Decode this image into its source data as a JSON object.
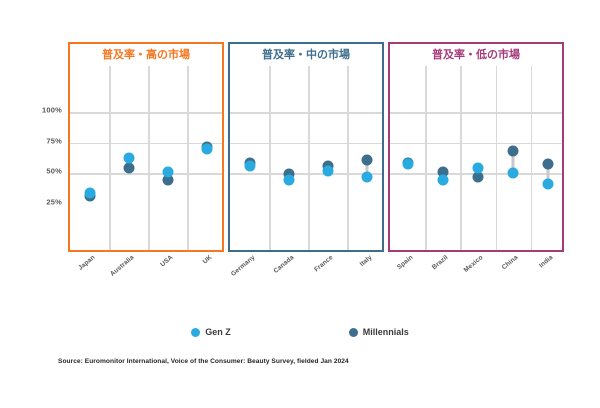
{
  "chart_data": {
    "type": "scatter",
    "subtype": "dumbbell",
    "title": "",
    "xlabel": "",
    "ylabel": "",
    "ylim": [
      0,
      100
    ],
    "yticks": [
      100,
      75,
      50,
      25
    ],
    "ytick_labels": [
      "100%",
      "75%",
      "50%",
      "25%"
    ],
    "grid": true,
    "legend_position": "bottom",
    "series": [
      {
        "name": "Gen Z",
        "color": "#29abe2"
      },
      {
        "name": "Millennials",
        "color": "#3d6e8c"
      }
    ],
    "panels": [
      {
        "title": "普及率・高の市場",
        "color": "#f47721",
        "categories": [
          "Japan",
          "Australia",
          "USA",
          "UK"
        ],
        "genz": [
          34,
          62,
          51,
          70
        ],
        "millennials": [
          31,
          54,
          44,
          71
        ]
      },
      {
        "title": "普及率・中の市場",
        "color": "#3d6e8c",
        "categories": [
          "Germany",
          "Canada",
          "France",
          "Italy"
        ],
        "genz": [
          56,
          44,
          52,
          47
        ],
        "millennials": [
          58,
          49,
          56,
          61
        ]
      },
      {
        "title": "普及率・低の市場",
        "color": "#a83a7a",
        "categories": [
          "Spain",
          "Brazil",
          "Mexico",
          "China",
          "India"
        ],
        "genz": [
          57,
          44,
          54,
          50,
          41
        ],
        "millennials": [
          58,
          51,
          47,
          68,
          57
        ]
      }
    ]
  },
  "legend": {
    "items": [
      {
        "label": "Gen Z",
        "color": "#29abe2"
      },
      {
        "label": "Millennials",
        "color": "#3d6e8c"
      }
    ]
  },
  "source": {
    "text": "Source: Euromonitor International, Voice of the Consumer: Beauty Survey, fielded Jan 2024"
  }
}
